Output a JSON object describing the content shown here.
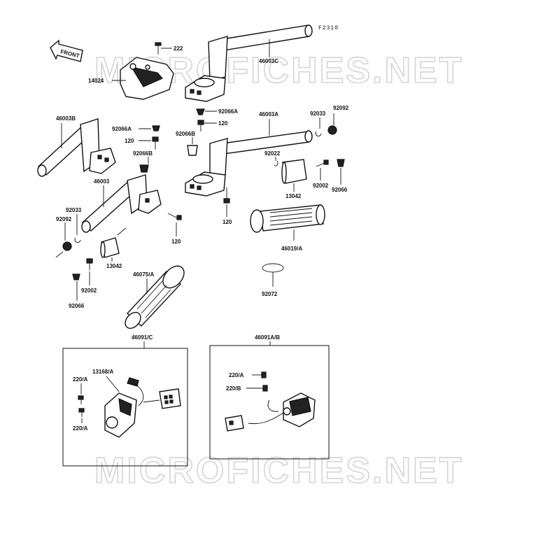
{
  "figure_code": "F2310",
  "front_label": "FRONT",
  "watermark": "MICROFICHES.NET",
  "parts": {
    "p222": "222",
    "p14024": "14024",
    "p46003C": "46003C",
    "p92066A_top": "92066A",
    "p120_top": "120",
    "p46003A": "46003A",
    "p92033_right": "92033",
    "p92092_right": "92092",
    "p46003B": "46003B",
    "p92066A_left": "92066A",
    "p120_left": "120",
    "p92066B_left": "92066B",
    "p92066B_mid": "92066B",
    "p92022": "92022",
    "p13042_right": "13042",
    "p92002_right": "92002",
    "p92066_right": "92066",
    "p46003": "46003",
    "p92033_left": "92033",
    "p92092_left": "92092",
    "p120_mid": "120",
    "p120_right": "120",
    "p46019A": "46019/A",
    "p13042_left": "13042",
    "p92002_left": "92002",
    "p92066_left": "92066",
    "p46075A": "46075/A",
    "p92072": "92072",
    "p46091C": "46091/C",
    "p46091AB": "46091A/B",
    "p13168A": "13168/A",
    "p220A_l1": "220/A",
    "p220A_l2": "220/A",
    "p220A_r": "220/A",
    "p220B_r": "220/B"
  },
  "icons": [
    "front-arrow-icon",
    "bolt-icon",
    "washer-icon",
    "grip-icon",
    "switch-housing-icon"
  ]
}
